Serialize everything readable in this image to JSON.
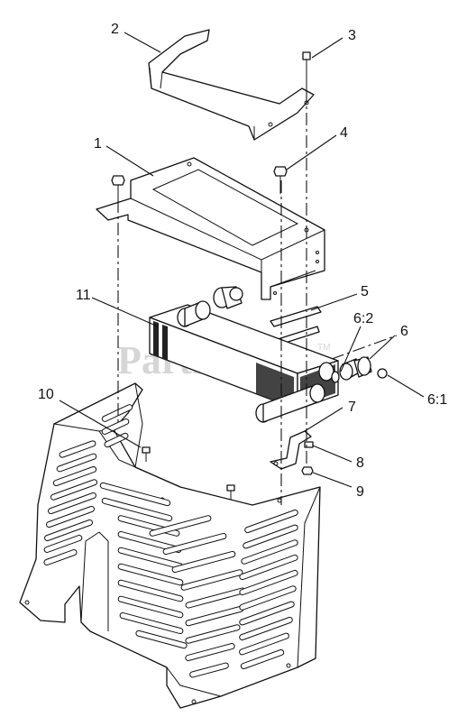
{
  "watermark": {
    "text": "PartsTree",
    "trademark": "TM"
  },
  "callouts": [
    {
      "id": "c2",
      "text": "2"
    },
    {
      "id": "c3",
      "text": "3"
    },
    {
      "id": "c1",
      "text": "1"
    },
    {
      "id": "c4",
      "text": "4"
    },
    {
      "id": "c11",
      "text": "11"
    },
    {
      "id": "c5",
      "text": "5"
    },
    {
      "id": "c6_2",
      "text": "6:2"
    },
    {
      "id": "c6",
      "text": "6"
    },
    {
      "id": "c6_1",
      "text": "6:1"
    },
    {
      "id": "c10",
      "text": "10"
    },
    {
      "id": "c7",
      "text": "7"
    },
    {
      "id": "c8",
      "text": "8"
    },
    {
      "id": "c9",
      "text": "9"
    }
  ]
}
